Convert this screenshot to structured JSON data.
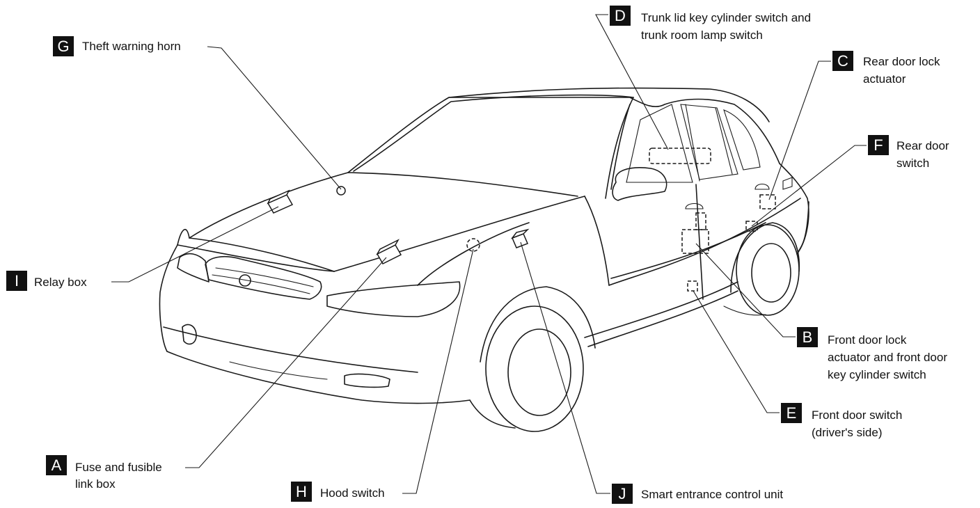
{
  "callouts": [
    {
      "id": "A",
      "badge": "A",
      "lines": [
        "Fuse and fusible",
        "link box"
      ]
    },
    {
      "id": "B",
      "badge": "B",
      "lines": [
        "Front door lock",
        "actuator and front door",
        "key cylinder switch"
      ]
    },
    {
      "id": "C",
      "badge": "C",
      "lines": [
        "Rear door lock",
        "actuator"
      ]
    },
    {
      "id": "D",
      "badge": "D",
      "lines": [
        "Trunk lid key cylinder switch and",
        "trunk room lamp switch"
      ]
    },
    {
      "id": "E",
      "badge": "E",
      "lines": [
        "Front door switch",
        "(driver's side)"
      ]
    },
    {
      "id": "F",
      "badge": "F",
      "lines": [
        "Rear door",
        "switch"
      ]
    },
    {
      "id": "G",
      "badge": "G",
      "lines": [
        "Theft warning horn"
      ]
    },
    {
      "id": "H",
      "badge": "H",
      "lines": [
        "Hood switch"
      ]
    },
    {
      "id": "I",
      "badge": "I",
      "lines": [
        "Relay box"
      ]
    },
    {
      "id": "J",
      "badge": "J",
      "lines": [
        "Smart entrance control unit"
      ]
    }
  ]
}
